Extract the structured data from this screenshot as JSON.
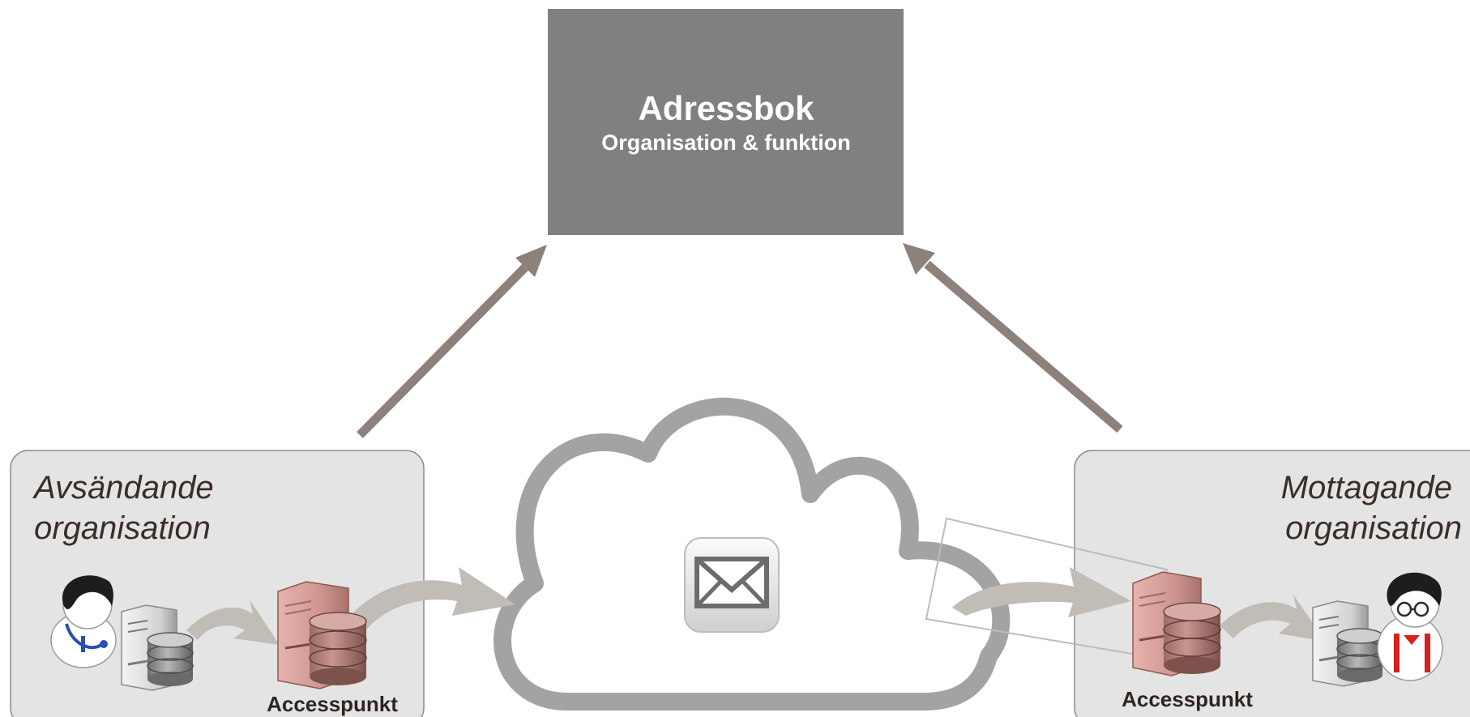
{
  "address_book": {
    "title": "Adressbok",
    "subtitle": "Organisation & funktion"
  },
  "sender": {
    "label_line1": "Avsändande",
    "label_line2": "organisation",
    "access_point": "Accesspunkt"
  },
  "receiver": {
    "label_line1": "Mottagande",
    "label_line2": "organisation",
    "access_point": "Accesspunkt"
  },
  "icons": {
    "sender_person": "doctor-icon",
    "sender_server": "server-database-icon",
    "sender_access_point": "access-point-server-icon",
    "network": "cloud-icon",
    "message": "envelope-icon",
    "receiver_access_point": "access-point-server-icon",
    "receiver_server": "server-database-icon",
    "receiver_person": "person-icon"
  },
  "colors": {
    "address_book_box": "#808080",
    "org_box": "#e5e4e4",
    "arrow_up": "#8c817b",
    "flow_arrow": "#c2bcb6",
    "cloud_outline": "#a3a3a3",
    "access_point": "#c98e86"
  }
}
